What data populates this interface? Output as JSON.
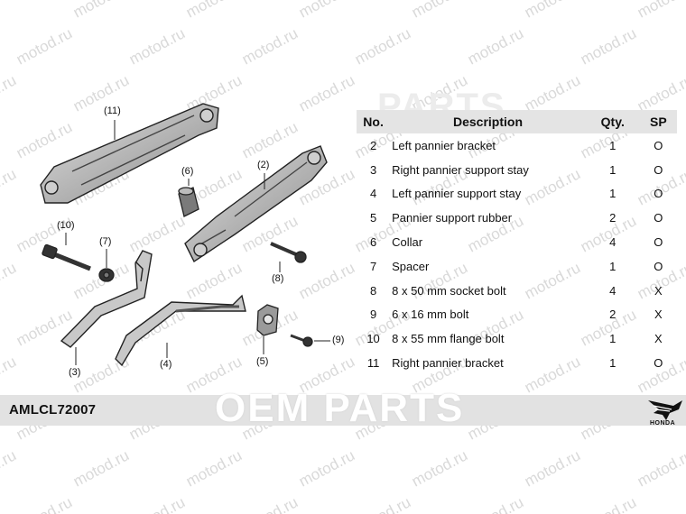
{
  "watermark": "motod.ru",
  "diagram": {
    "callouts": [
      "(11)",
      "(6)",
      "(2)",
      "(10)",
      "(7)",
      "(8)",
      "(3)",
      "(4)",
      "(5)",
      "(9)"
    ]
  },
  "table": {
    "headers": {
      "no": "No.",
      "description": "Description",
      "qty": "Qty.",
      "sp": "SP"
    },
    "rows": [
      {
        "no": "2",
        "description": "Left pannier bracket",
        "qty": "1",
        "sp": "O"
      },
      {
        "no": "3",
        "description": "Right pannier support stay",
        "qty": "1",
        "sp": "O"
      },
      {
        "no": "4",
        "description": "Left pannier support stay",
        "qty": "1",
        "sp": "O"
      },
      {
        "no": "5",
        "description": "Pannier support rubber",
        "qty": "2",
        "sp": "O"
      },
      {
        "no": "6",
        "description": "Collar",
        "qty": "4",
        "sp": "O"
      },
      {
        "no": "7",
        "description": "Spacer",
        "qty": "1",
        "sp": "O"
      },
      {
        "no": "8",
        "description": "8 x 50 mm socket bolt",
        "qty": "4",
        "sp": "X"
      },
      {
        "no": "9",
        "description": "6 x 16 mm bolt",
        "qty": "2",
        "sp": "X"
      },
      {
        "no": "10",
        "description": "8 x 55 mm flange bolt",
        "qty": "1",
        "sp": "X"
      },
      {
        "no": "11",
        "description": "Right pannier bracket",
        "qty": "1",
        "sp": "O"
      }
    ]
  },
  "footer": {
    "code": "AMLCL72007",
    "brand_watermark": "OEM PARTS",
    "brand_top": "PARTS",
    "logo_text": "HONDA"
  },
  "colors": {
    "footer_bg": "#e2e2e2",
    "header_bg": "#e4e4e4",
    "part_fill": "#b8b8b8",
    "part_dark": "#555555"
  }
}
